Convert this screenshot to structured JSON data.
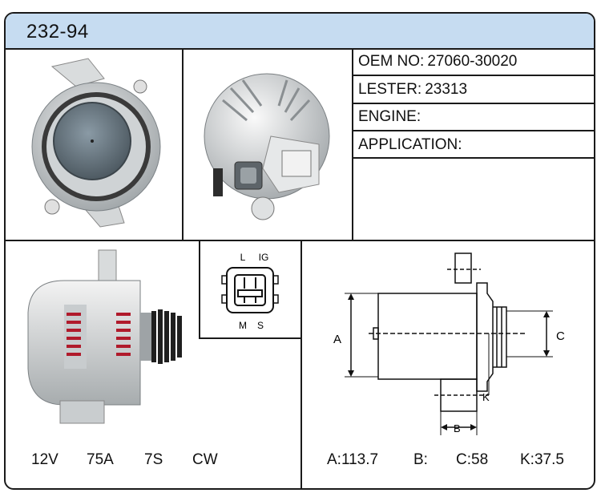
{
  "title": "232-94",
  "info": {
    "oem_label": "OEM NO:",
    "oem_value": "27060-30020",
    "lester_label": "LESTER:",
    "lester_value": "23313",
    "engine_label": "ENGINE:",
    "engine_value": "",
    "application_label": "APPLICATION:",
    "application_value": ""
  },
  "specs": {
    "voltage": "12V",
    "amperage": "75A",
    "pulley": "7S",
    "rotation": "CW"
  },
  "connector": {
    "pin_l": "L",
    "pin_ig": "IG",
    "pin_m": "M",
    "pin_s": "S"
  },
  "dimensions": {
    "label_a": "A",
    "label_b": "B",
    "label_c": "C",
    "label_k": "K",
    "a": "A:113.7",
    "b": "B:",
    "c": "C:58",
    "k": "K:37.5"
  }
}
